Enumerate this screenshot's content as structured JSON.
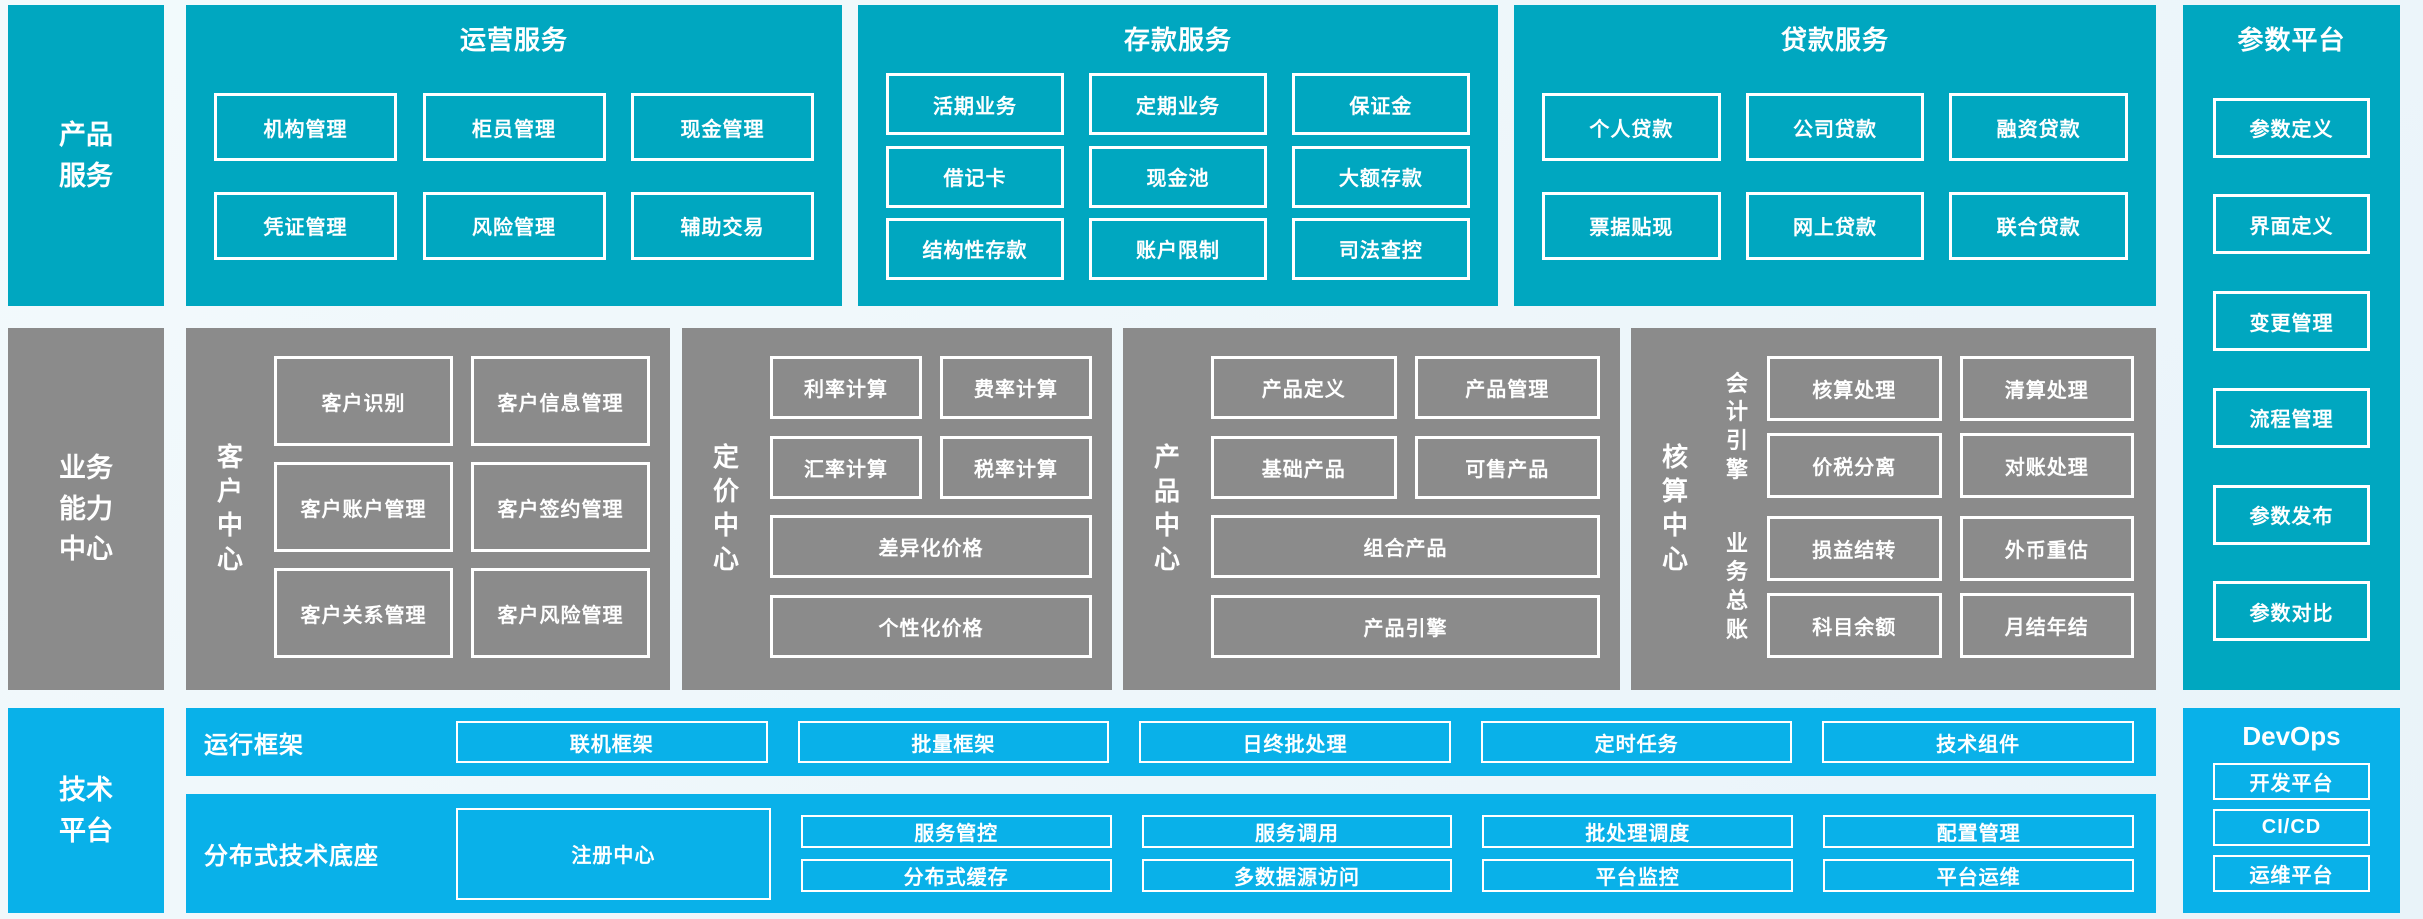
{
  "page": {
    "bg": "#edf6f9"
  },
  "colors": {
    "teal": "#00a7c0",
    "gray": "#8b8b8b",
    "blue": "#09b1e9",
    "text": "#ffffff"
  },
  "left_labels": {
    "product_services": "产品服务",
    "business_capability": "业务能力中心",
    "tech_platform": "技术平台"
  },
  "top_sections": [
    {
      "id": "operations",
      "title": "运营服务",
      "rows": [
        [
          "机构管理",
          "柜员管理",
          "现金管理"
        ],
        [
          "凭证管理",
          "风险管理",
          "辅助交易"
        ]
      ]
    },
    {
      "id": "deposit",
      "title": "存款服务",
      "rows": [
        [
          "活期业务",
          "定期业务",
          "保证金"
        ],
        [
          "借记卡",
          "现金池",
          "大额存款"
        ],
        [
          "结构性存款",
          "账户限制",
          "司法查控"
        ]
      ]
    },
    {
      "id": "loan",
      "title": "贷款服务",
      "rows": [
        [
          "个人贷款",
          "公司贷款",
          "融资贷款"
        ],
        [
          "票据贴现",
          "网上贷款",
          "联合贷款"
        ]
      ]
    }
  ],
  "centers": [
    {
      "id": "customer",
      "label": "客户中心",
      "rows": [
        [
          "客户识别",
          "客户信息管理"
        ],
        [
          "客户账户管理",
          "客户签约管理"
        ],
        [
          "客户关系管理",
          "客户风险管理"
        ]
      ]
    },
    {
      "id": "pricing",
      "label": "定价中心",
      "rows": [
        [
          "利率计算",
          "费率计算"
        ],
        [
          "汇率计算",
          "税率计算"
        ],
        [
          "差异化价格"
        ],
        [
          "个性化价格"
        ]
      ]
    },
    {
      "id": "product",
      "label": "产品中心",
      "rows": [
        [
          "产品定义",
          "产品管理"
        ],
        [
          "基础产品",
          "可售产品"
        ],
        [
          "组合产品"
        ],
        [
          "产品引擎"
        ]
      ]
    },
    {
      "id": "accounting",
      "label": "核算中心",
      "groups": [
        {
          "label": "会计引擎",
          "rows": [
            [
              "核算处理",
              "清算处理"
            ],
            [
              "价税分离",
              "对账处理"
            ]
          ]
        },
        {
          "label": "业务总账",
          "rows": [
            [
              "损益结转",
              "外币重估"
            ],
            [
              "科目余额",
              "月结年结"
            ]
          ]
        }
      ]
    }
  ],
  "param_platform": {
    "title": "参数平台",
    "items": [
      "参数定义",
      "界面定义",
      "变更管理",
      "流程管理",
      "参数发布",
      "参数对比"
    ]
  },
  "runtime_framework": {
    "label": "运行框架",
    "items": [
      "联机框架",
      "批量框架",
      "日终批处理",
      "定时任务",
      "技术组件"
    ]
  },
  "distributed_base": {
    "label": "分布式技术底座",
    "registry": "注册中心",
    "columns": [
      [
        "服务管控",
        "分布式缓存"
      ],
      [
        "服务调用",
        "多数据源访问"
      ],
      [
        "批处理调度",
        "平台监控"
      ],
      [
        "配置管理",
        "平台运维"
      ]
    ]
  },
  "devops": {
    "title": "DevOps",
    "items": [
      "开发平台",
      "CI/CD",
      "运维平台"
    ]
  }
}
